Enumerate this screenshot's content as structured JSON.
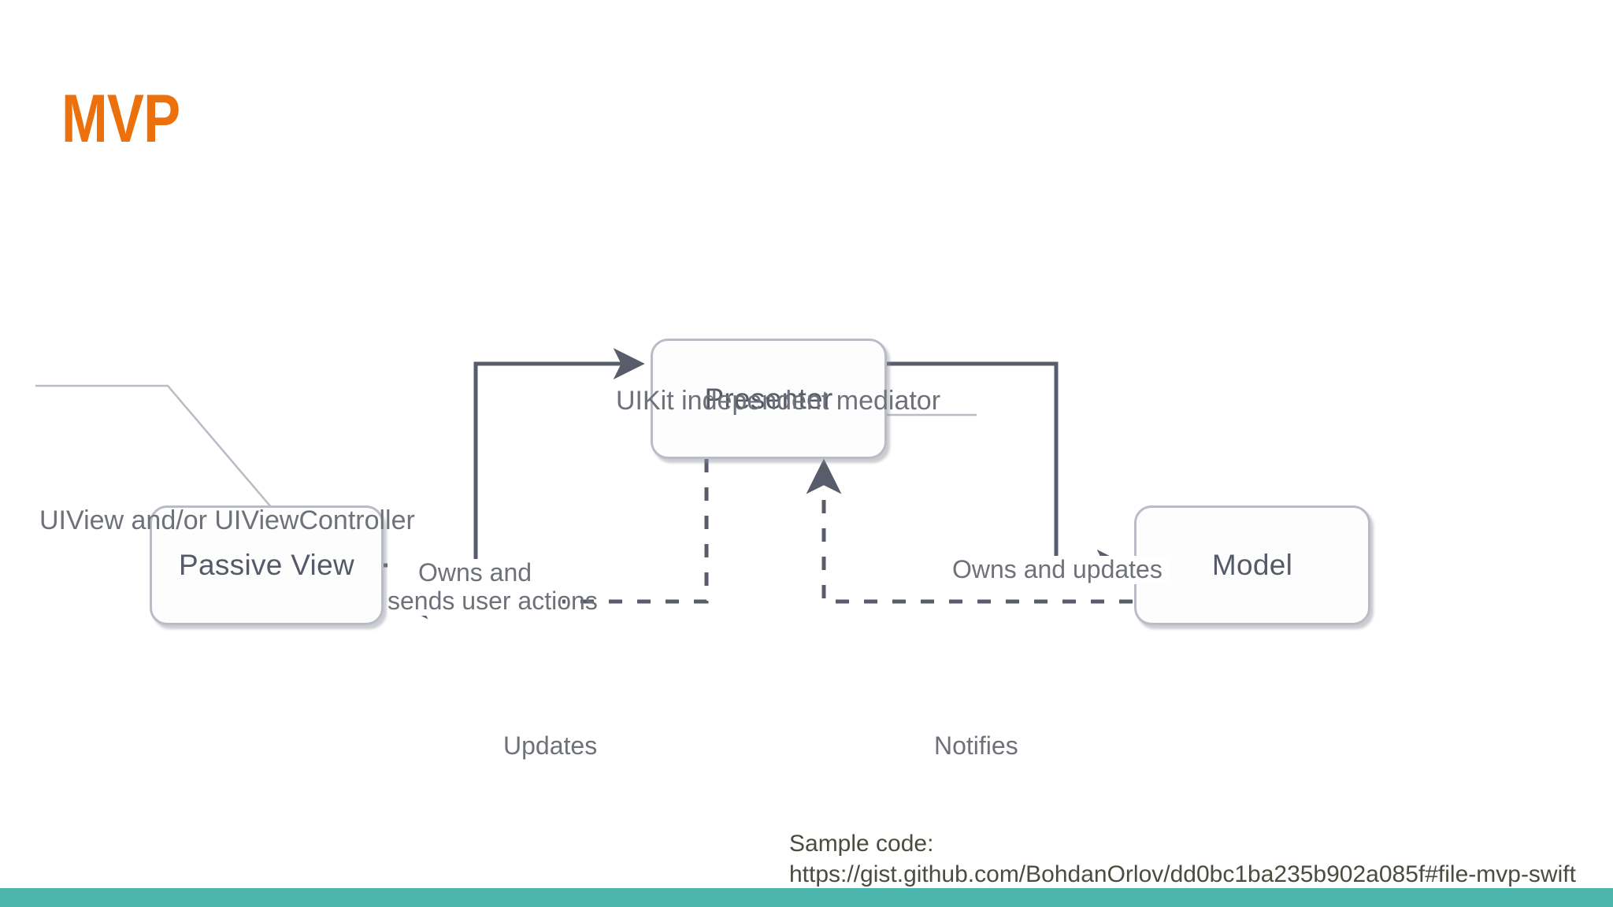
{
  "slide": {
    "title": "MVP",
    "title_color": "#EC700C",
    "background_color": "#FFFFFF",
    "accent_bar_color": "#4DB6AC"
  },
  "diagram": {
    "type": "flow-diagram",
    "nodes": [
      {
        "id": "passive-view",
        "label": "Passive View"
      },
      {
        "id": "presenter",
        "label": "Presenter"
      },
      {
        "id": "model",
        "label": "Model"
      }
    ],
    "annotations": [
      {
        "id": "uikit-mediator",
        "text": "UIKit independent mediator",
        "points_to": "presenter"
      },
      {
        "id": "uiview-controller",
        "text": "UIView and/or UIViewController",
        "points_to": "passive-view"
      }
    ],
    "edges": [
      {
        "id": "owns-sends",
        "from": "passive-view",
        "to": "presenter",
        "label_line1": "Owns and",
        "label_line2": "sends user actions",
        "style": "solid"
      },
      {
        "id": "owns-updates",
        "from": "presenter",
        "to": "model",
        "label": "Owns and updates",
        "style": "solid"
      },
      {
        "id": "updates",
        "from": "presenter",
        "to": "passive-view",
        "label": "Updates",
        "style": "dashed"
      },
      {
        "id": "notifies",
        "from": "model",
        "to": "presenter",
        "label": "Notifies",
        "style": "dashed"
      }
    ],
    "node_border_color": "#B9BCC6",
    "line_color": "#585C6B",
    "text_color": "#6E7179"
  },
  "caption": {
    "line1": "Sample code:",
    "line2": "https://gist.github.com/BohdanOrlov/dd0bc1ba235b902a085f#file-mvp-swift"
  }
}
